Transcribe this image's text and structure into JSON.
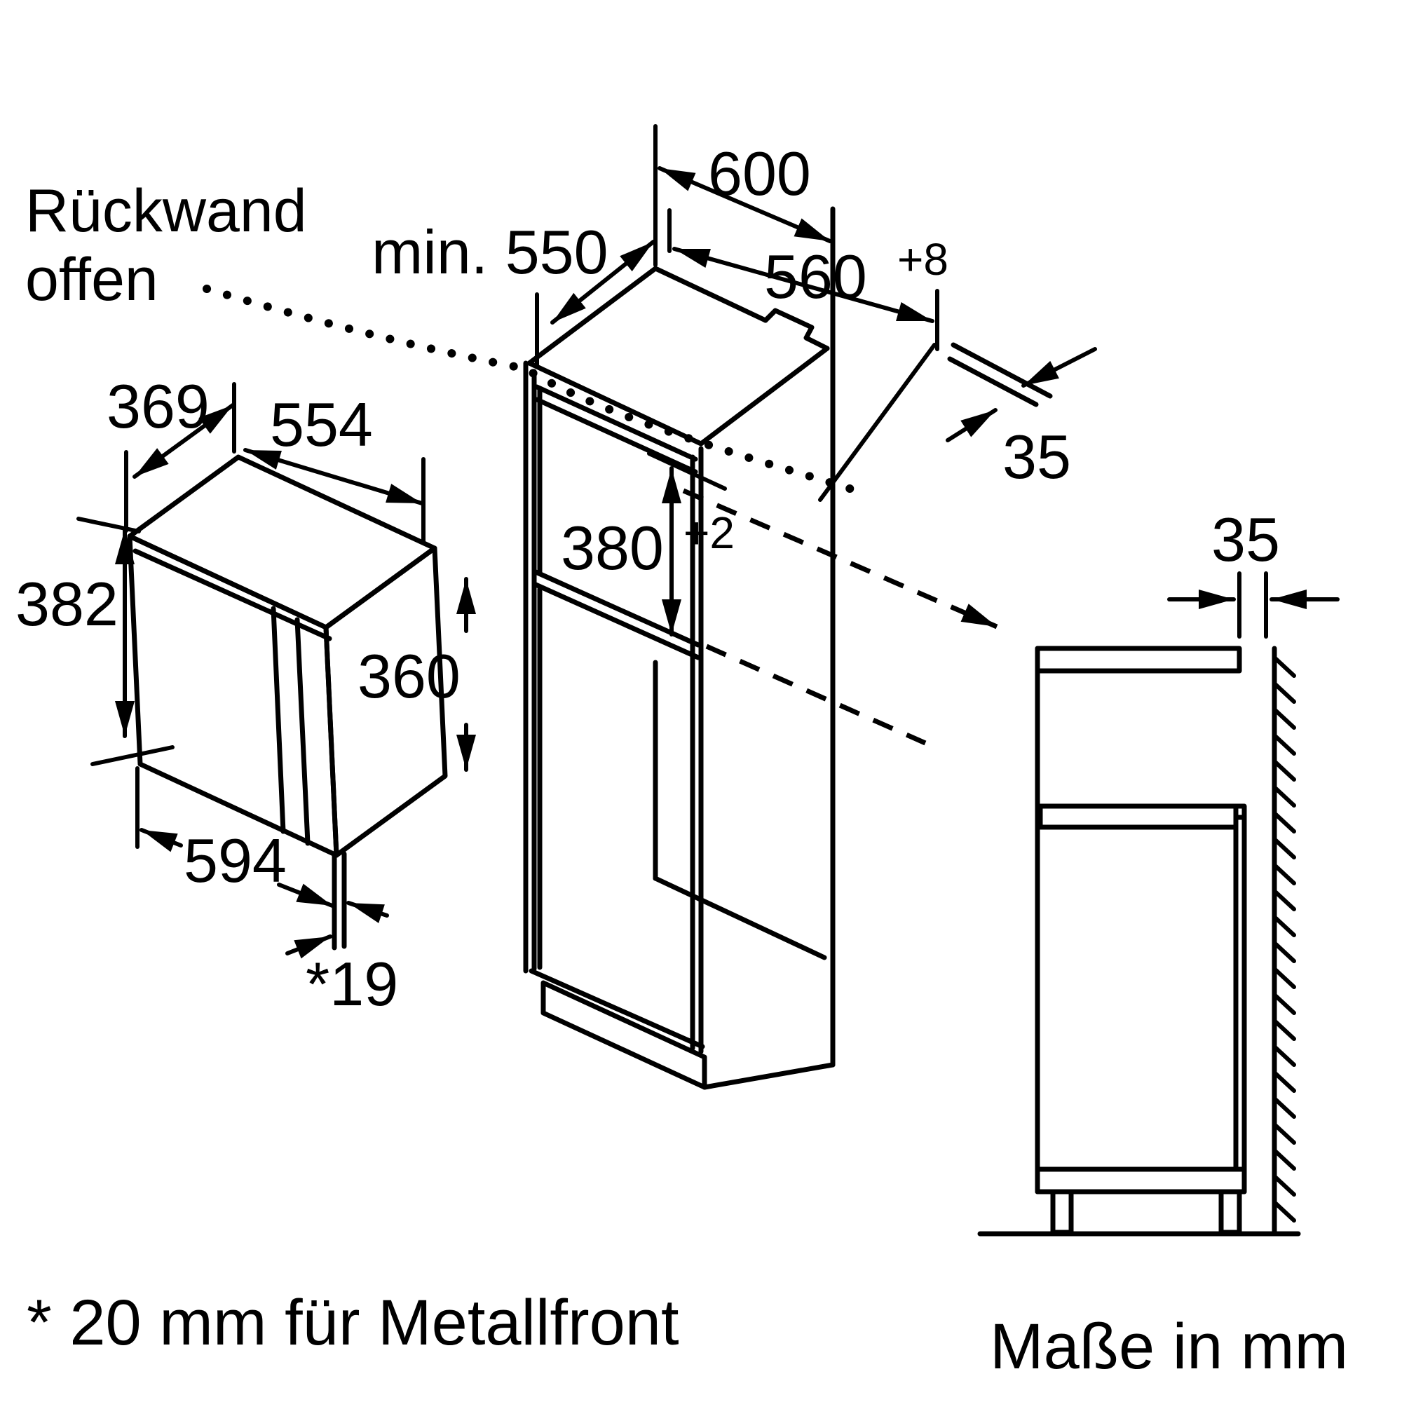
{
  "notes": {
    "back_panel_line1": "Rückwand",
    "back_panel_line2": "offen",
    "footnote": "* 20 mm für Metallfront",
    "units": "Maße in mm"
  },
  "appliance_dims": {
    "depth": "369",
    "body_width": "554",
    "height": "382",
    "body_height": "360",
    "front_width": "594",
    "door_projection": "*19"
  },
  "niche_dims": {
    "cabinet_width": "600",
    "min_depth": "min. 550",
    "niche_width": "560",
    "niche_width_tolerance": "+8",
    "niche_height": "380",
    "niche_height_tolerance": "+2",
    "rear_clearance": "35"
  },
  "side_view_dims": {
    "wall_clearance": "35"
  },
  "colors": {
    "line": "#000000",
    "background": "#ffffff"
  }
}
